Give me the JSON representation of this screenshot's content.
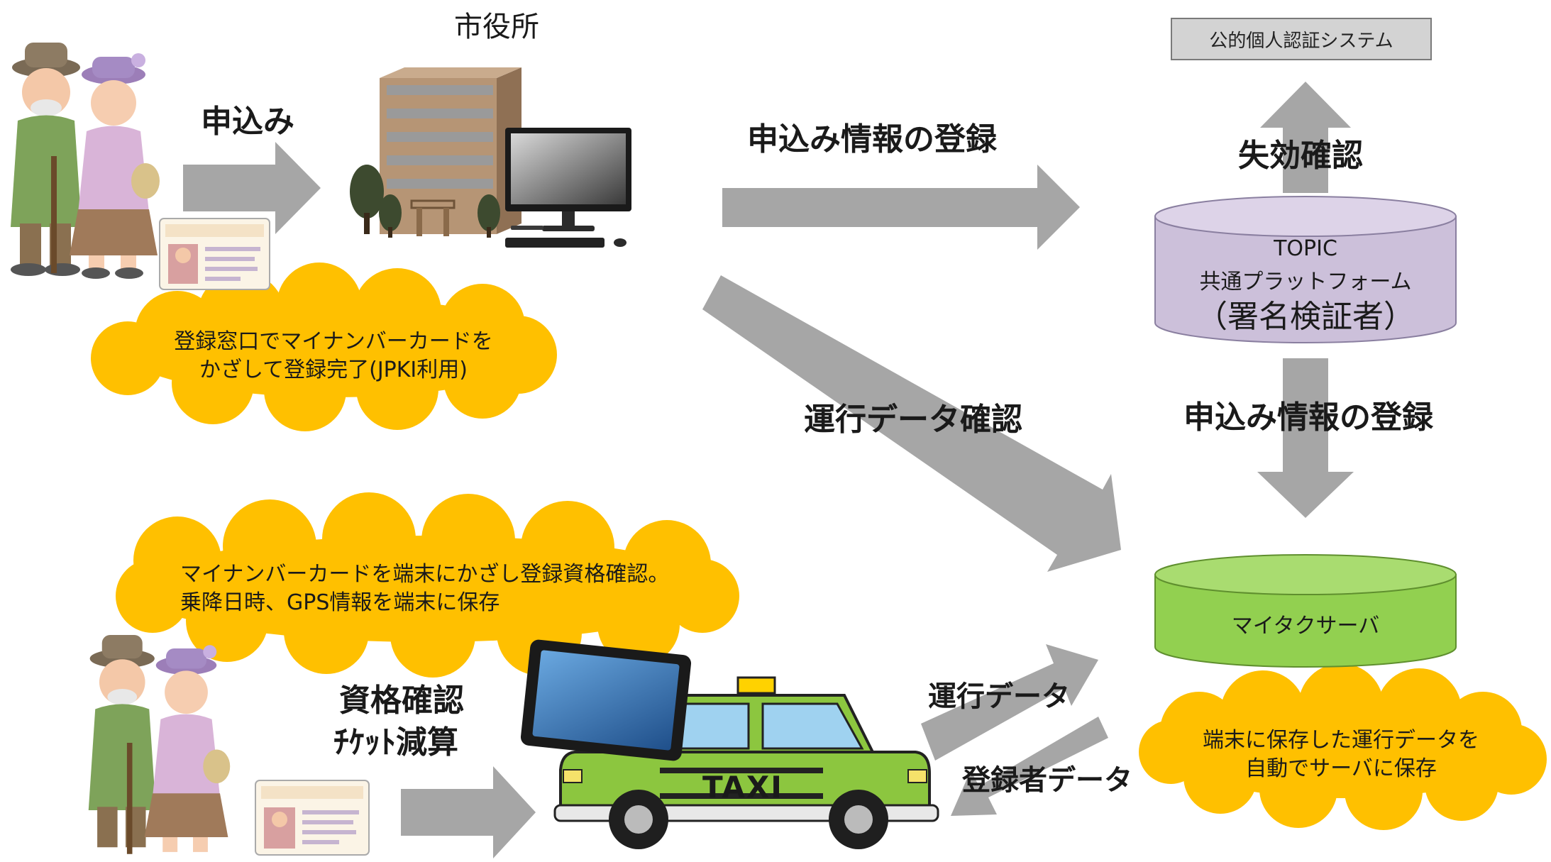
{
  "labels": {
    "city_hall": "市役所",
    "apply": "申込み",
    "register_info_top": "申込み情報の登録",
    "revocation_check": "失効確認",
    "register_info_right": "申込み情報の登録",
    "operation_data_check": "運行データ確認",
    "qualification_check": "資格確認",
    "ticket_deduction": "ﾁｹｯﾄ減算",
    "operation_data": "運行データ",
    "registrant_data": "登録者データ"
  },
  "jpki_box": "公的個人認証システム",
  "topic_cylinder": {
    "line1": "TOPIC",
    "line2": "共通プラットフォーム",
    "line3": "（署名検証者）"
  },
  "server_cylinder": {
    "label": "マイタクサーバ"
  },
  "clouds": {
    "registration": [
      "登録窓口でマイナンバーカードを",
      "かざして登録完了(JPKI利用)"
    ],
    "terminal": [
      "マイナンバーカードを端末にかざし登録資格確認。",
      "乗降日時、GPS情報を端末に保存"
    ],
    "auto_save": [
      "端末に保存した運行データを",
      "自動でサーバに保存"
    ]
  },
  "taxi_sign": "TAXI",
  "colors": {
    "arrow": "#a6a6a6",
    "cloud": "#ffc000",
    "topic_cylinder": "#ccc0da",
    "server_cylinder": "#92d050",
    "jpki_box": "#d3d3d3",
    "taxi_body": "#8cc63f"
  },
  "icons": [
    "elderly-couple-icon",
    "my-number-card-icon",
    "city-hall-building-icon",
    "desktop-computer-icon",
    "taxi-icon",
    "tablet-terminal-icon"
  ]
}
